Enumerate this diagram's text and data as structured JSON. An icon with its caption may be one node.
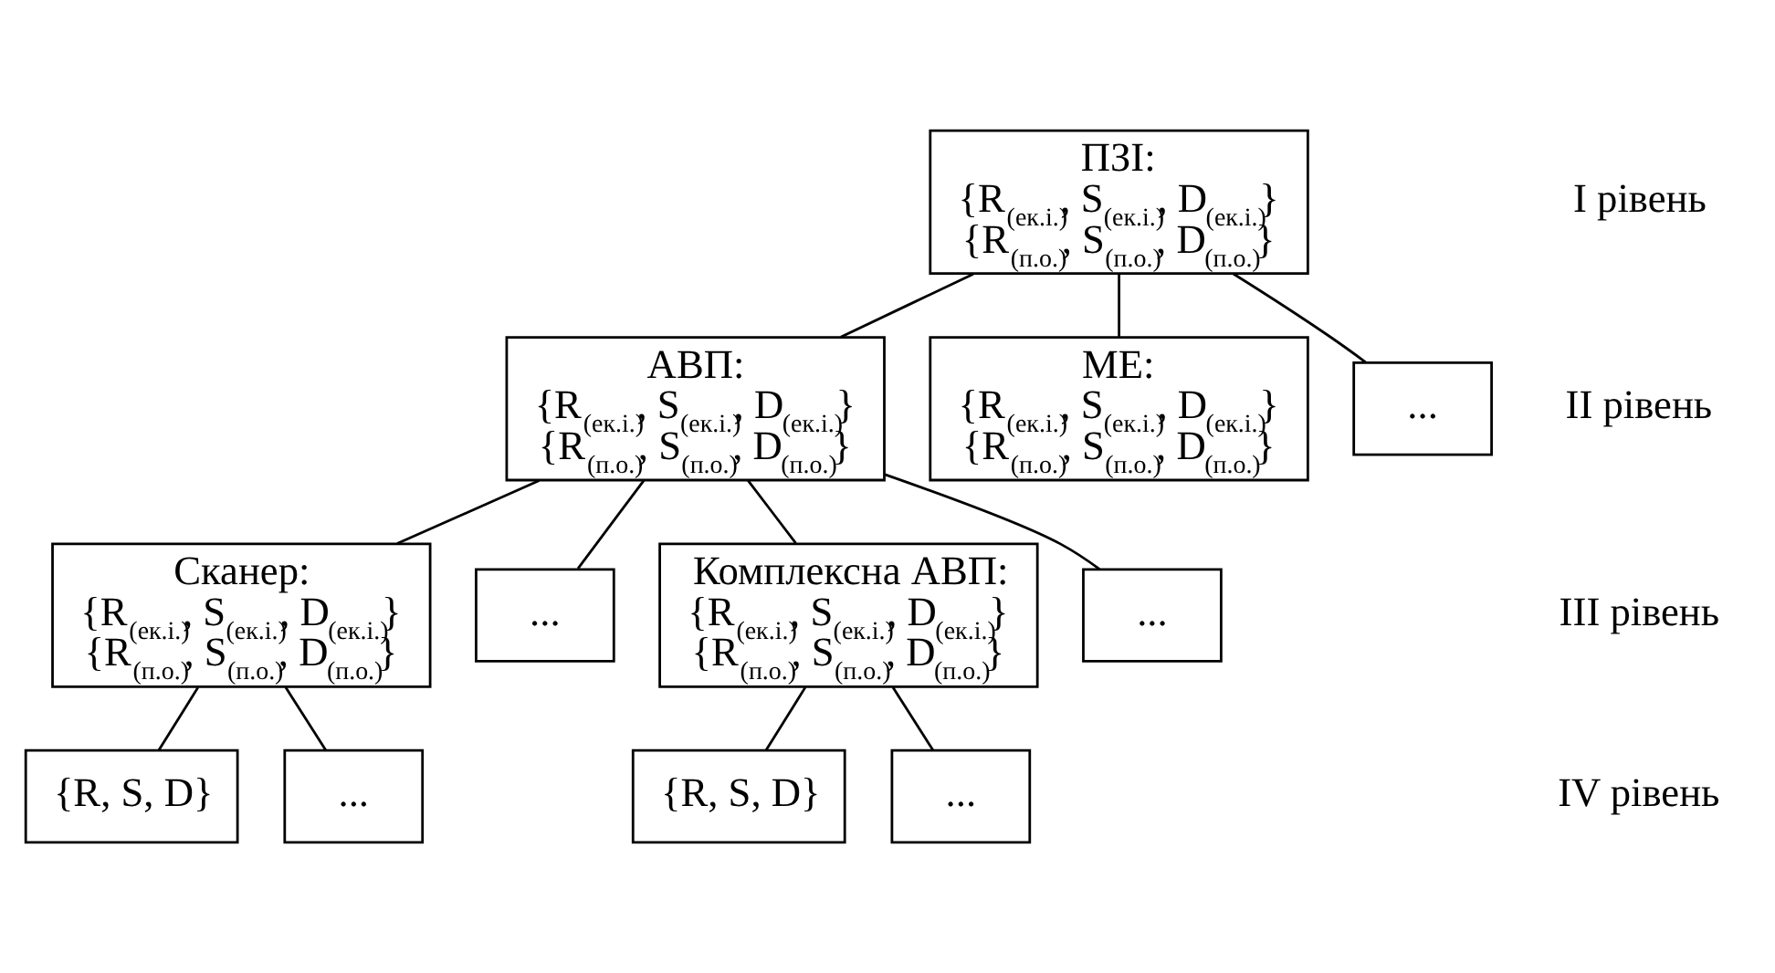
{
  "diagram": {
    "nodes": [
      {
        "text": [
          "ПЗІ:",
          "{R$_{(ек.і.)}$, S$_{(ек.і.)}$, D$_{(ек.і.)}$}",
          "{R$_{(п.о.)}$, S$_{(п.о.)}$, D$_{(п.о.)}$}"
        ]
      },
      {
        "text": [
          "АВП:",
          "{R$_{(ек.і.)}$, S$_{(ек.і.)}$, D$_{(ек.і.)}$}",
          "{R$_{(п.о.)}$, S$_{(п.о.)}$, D$_{(п.о.)}$}"
        ]
      },
      {
        "text": [
          "МЕ:",
          "{R$_{(ек.і.)}$, S$_{(ек.і.)}$, D$_{(ек.і.)}$}",
          "{R$_{(п.о.)}$, S$_{(п.о.)}$, D$_{(п.о.)}$}"
        ]
      },
      {
        "text": [
          "..."
        ]
      },
      {
        "text": [
          "Сканер:",
          "{R$_{(ек.і.)}$, S$_{(ек.і.)}$, D$_{(ек.і.)}$}",
          "{R$_{(п.о.)}$, S$_{(п.о.)}$, D$_{(п.о.)}$}"
        ]
      },
      {
        "text": [
          "..."
        ]
      },
      {
        "text": [
          "Комплексна АВП:",
          "{R$_{(ек.і.)}$, S$_{(ек.і.)}$, D$_{(ек.і.)}$}",
          "{R$_{(п.о.)}$, S$_{(п.о.)}$, D$_{(п.о.)}$}"
        ]
      },
      {
        "text": [
          "..."
        ]
      },
      {
        "text": [
          "{R, S, D}"
        ]
      },
      {
        "text": [
          "..."
        ]
      },
      {
        "text": [
          "{R, S, D}"
        ]
      },
      {
        "text": [
          "..."
        ]
      }
    ],
    "edges": [
      {
        "from": 0,
        "to": 1,
        "arrow": "none"
      },
      {
        "from": 0,
        "to": 2,
        "arrow": "none"
      },
      {
        "from": 0,
        "to": 3,
        "arrow": "none"
      },
      {
        "from": 1,
        "to": 4,
        "arrow": "none"
      },
      {
        "from": 1,
        "to": 5,
        "arrow": "none"
      },
      {
        "from": 1,
        "to": 6,
        "arrow": "none"
      },
      {
        "from": 1,
        "to": 7,
        "arrow": "none"
      },
      {
        "from": 4,
        "to": 8,
        "arrow": "none"
      },
      {
        "from": 4,
        "to": 9,
        "arrow": "none"
      },
      {
        "from": 6,
        "to": 10,
        "arrow": "none"
      },
      {
        "from": 6,
        "to": 11,
        "arrow": "none"
      }
    ],
    "labels": [
      "I рівень",
      "II рівень",
      "III рівень",
      "IV рівень"
    ]
  }
}
